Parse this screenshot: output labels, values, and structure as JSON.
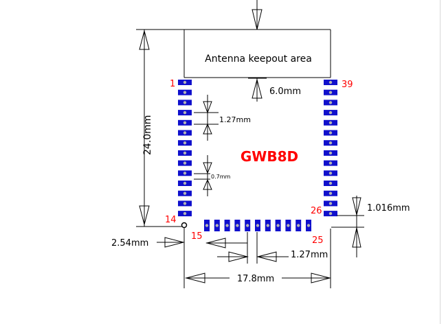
{
  "diagram": {
    "keepout_label": "Antenna keepout area",
    "keepout_depth": "6.0mm",
    "module_name": "GWB8D",
    "height": "24.0mm",
    "pin_pitch": "1.27mm",
    "pad_width": "0.7mm",
    "pin_offset": "1.016mm",
    "edge_offset": "2.54mm",
    "bottom_pitch": "1.27mm",
    "width": "17.8mm",
    "pins": {
      "p1": "1",
      "p14": "14",
      "p15": "15",
      "p25": "25",
      "p26": "26",
      "p39": "39"
    },
    "colors": {
      "pad": "#1010cc",
      "pad_hole": "#b4b4b4",
      "pin_label": "#ff0000",
      "module_name": "#ff0000",
      "line": "#000000"
    }
  }
}
